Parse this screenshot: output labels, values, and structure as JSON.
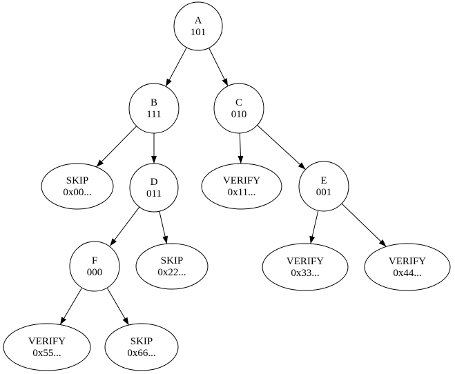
{
  "diagram": {
    "type": "tree",
    "background_color": "#ffffff",
    "node_stroke_color": "#000000",
    "text_color": "#000000",
    "nodes": [
      {
        "id": "A",
        "shape": "circle",
        "line1": "A",
        "line2": "101"
      },
      {
        "id": "B",
        "shape": "circle",
        "line1": "B",
        "line2": "111"
      },
      {
        "id": "C",
        "shape": "circle",
        "line1": "C",
        "line2": "010"
      },
      {
        "id": "SKIP_0x00",
        "shape": "ellipse",
        "line1": "SKIP",
        "line2": "0x00..."
      },
      {
        "id": "D",
        "shape": "circle",
        "line1": "D",
        "line2": "011"
      },
      {
        "id": "VERIFY_0x11",
        "shape": "ellipse",
        "line1": "VERIFY",
        "line2": "0x11..."
      },
      {
        "id": "E",
        "shape": "circle",
        "line1": "E",
        "line2": "001"
      },
      {
        "id": "F",
        "shape": "circle",
        "line1": "F",
        "line2": "000"
      },
      {
        "id": "SKIP_0x22",
        "shape": "ellipse",
        "line1": "SKIP",
        "line2": "0x22..."
      },
      {
        "id": "VERIFY_0x33",
        "shape": "ellipse",
        "line1": "VERIFY",
        "line2": "0x33..."
      },
      {
        "id": "VERIFY_0x44",
        "shape": "ellipse",
        "line1": "VERIFY",
        "line2": "0x44..."
      },
      {
        "id": "VERIFY_0x55",
        "shape": "ellipse",
        "line1": "VERIFY",
        "line2": "0x55..."
      },
      {
        "id": "SKIP_0x66",
        "shape": "ellipse",
        "line1": "SKIP",
        "line2": "0x66..."
      }
    ],
    "edges": [
      {
        "from": "A",
        "to": "B"
      },
      {
        "from": "A",
        "to": "C"
      },
      {
        "from": "B",
        "to": "SKIP_0x00"
      },
      {
        "from": "B",
        "to": "D"
      },
      {
        "from": "C",
        "to": "VERIFY_0x11"
      },
      {
        "from": "C",
        "to": "E"
      },
      {
        "from": "D",
        "to": "F"
      },
      {
        "from": "D",
        "to": "SKIP_0x22"
      },
      {
        "from": "E",
        "to": "VERIFY_0x33"
      },
      {
        "from": "E",
        "to": "VERIFY_0x44"
      },
      {
        "from": "F",
        "to": "VERIFY_0x55"
      },
      {
        "from": "F",
        "to": "SKIP_0x66"
      }
    ]
  }
}
